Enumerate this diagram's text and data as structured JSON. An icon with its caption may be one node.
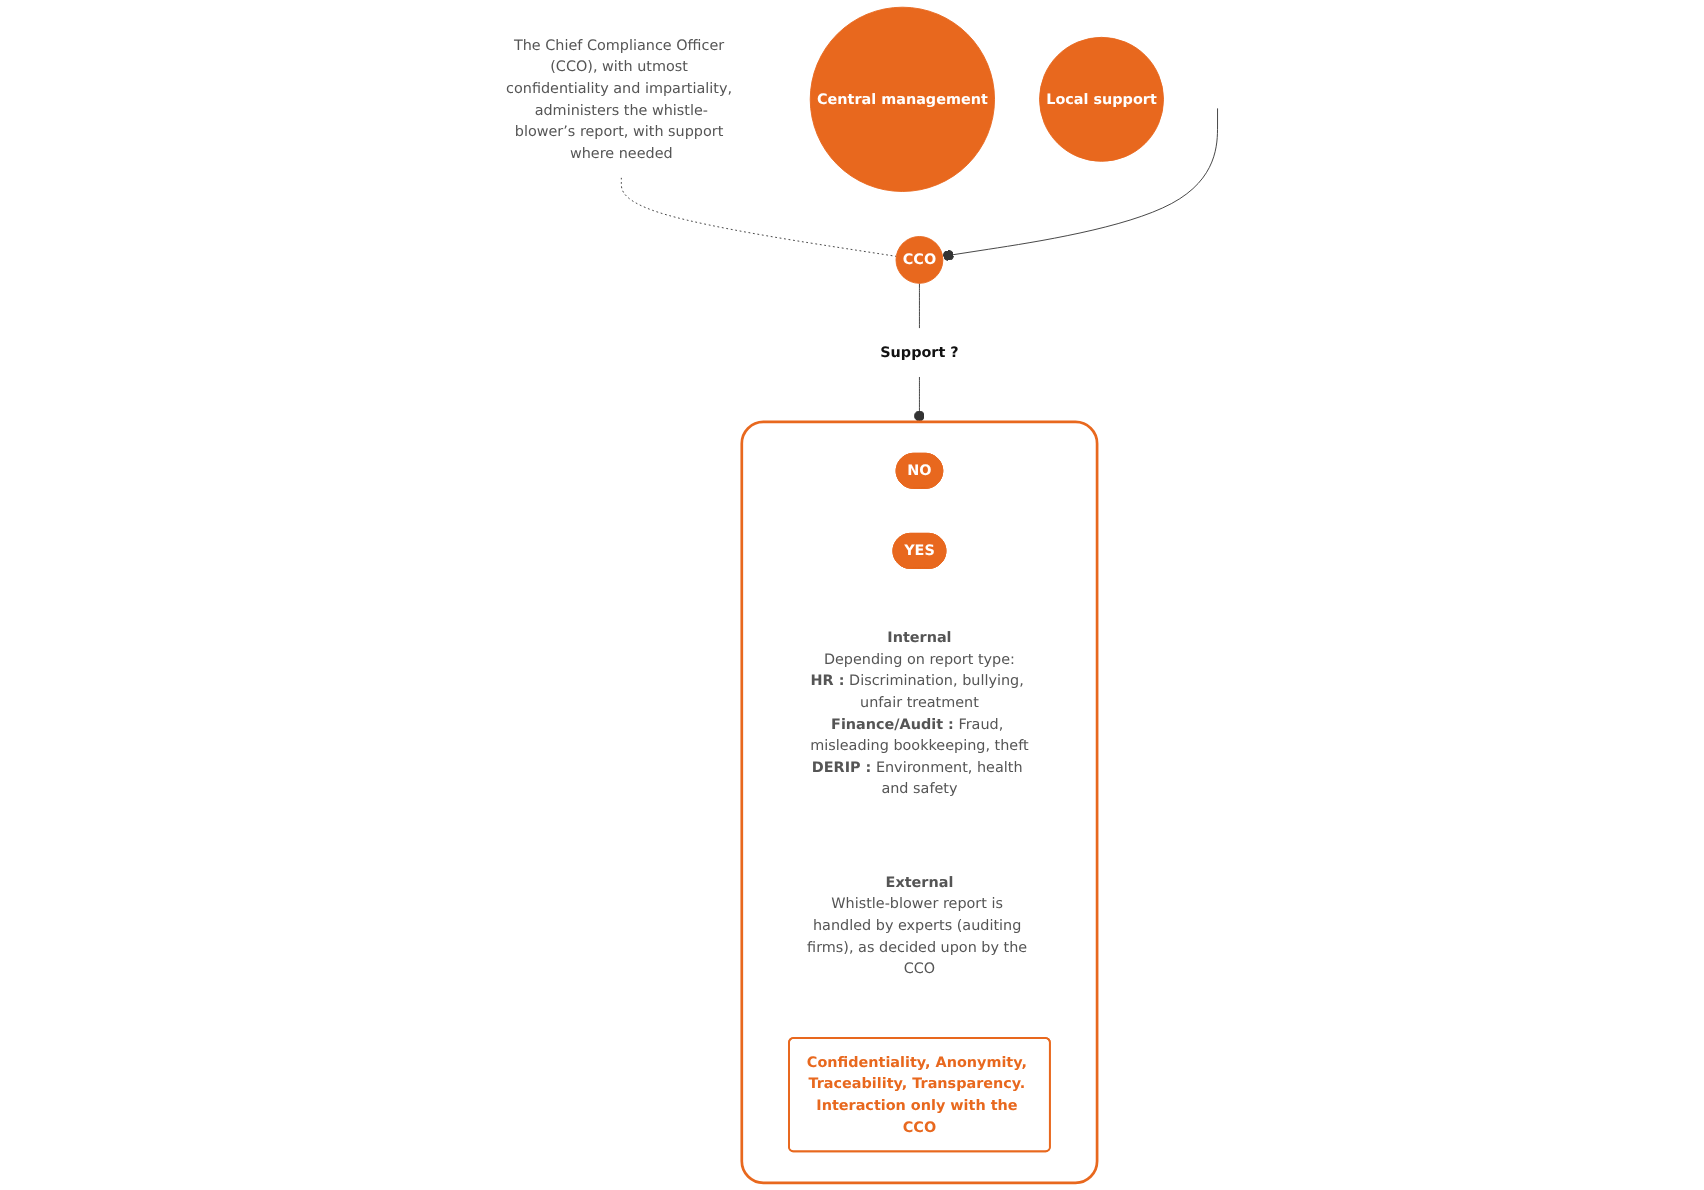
{
  "diagram": {
    "nodes": [
      {
        "text": [
          "The Chief Compliance Officer (CCO), with utmost confidentiality and impartiality, administers the whistle-blower’s report, with support where needed"
        ]
      },
      {
        "text": [
          "CCO"
        ]
      },
      {
        "text": [
          "Support ?"
        ]
      },
      {
        "text": [],
        "shape": "box"
      },
      {
        "text": [
          "NO"
        ],
        "in": 3
      },
      {
        "text": [
          "YES"
        ],
        "in": 3
      },
      {
        "text": [
          "Central management"
        ]
      },
      {
        "text": [
          "Internal",
          "Depending on report type:",
          "**HR :** Discrimination, bullying, unfair treatment",
          "**Finance/Audit :** Fraud, misleading bookkeeping, theft",
          "**DERIP :** Environment, health and safety"
        ],
        "in": 3
      },
      {
        "text": [
          "External",
          "Whistle-blower report is handled by experts (auditing firms), as decided upon by the CCO"
        ],
        "in": 3
      },
      {
        "text": [
          "Local support"
        ]
      },
      {
        "text": [
          "Confidentiality, Anonymity, Traceability, Transparency. Interaction only with the CCO"
        ],
        "in": 3
      }
    ],
    "edges": [
      {
        "from": 0,
        "to": 1,
        "arrow": "none",
        "style": "dashed"
      },
      {
        "from": 1,
        "to": 2,
        "arrow": "none"
      },
      {
        "from": 2,
        "to": 3,
        "arrow": "other"
      },
      {
        "from": 1,
        "to": null,
        "arrow": "other"
      }
    ]
  }
}
